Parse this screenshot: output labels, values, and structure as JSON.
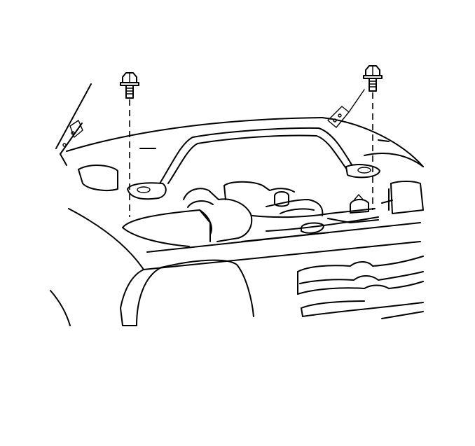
{
  "figure": {
    "parts": [
      "bolt-left",
      "bolt-right",
      "strut-brace-bar",
      "engine-components",
      "hood-panel",
      "fender-grille"
    ],
    "line_color": "#000000",
    "background": "#ffffff"
  }
}
